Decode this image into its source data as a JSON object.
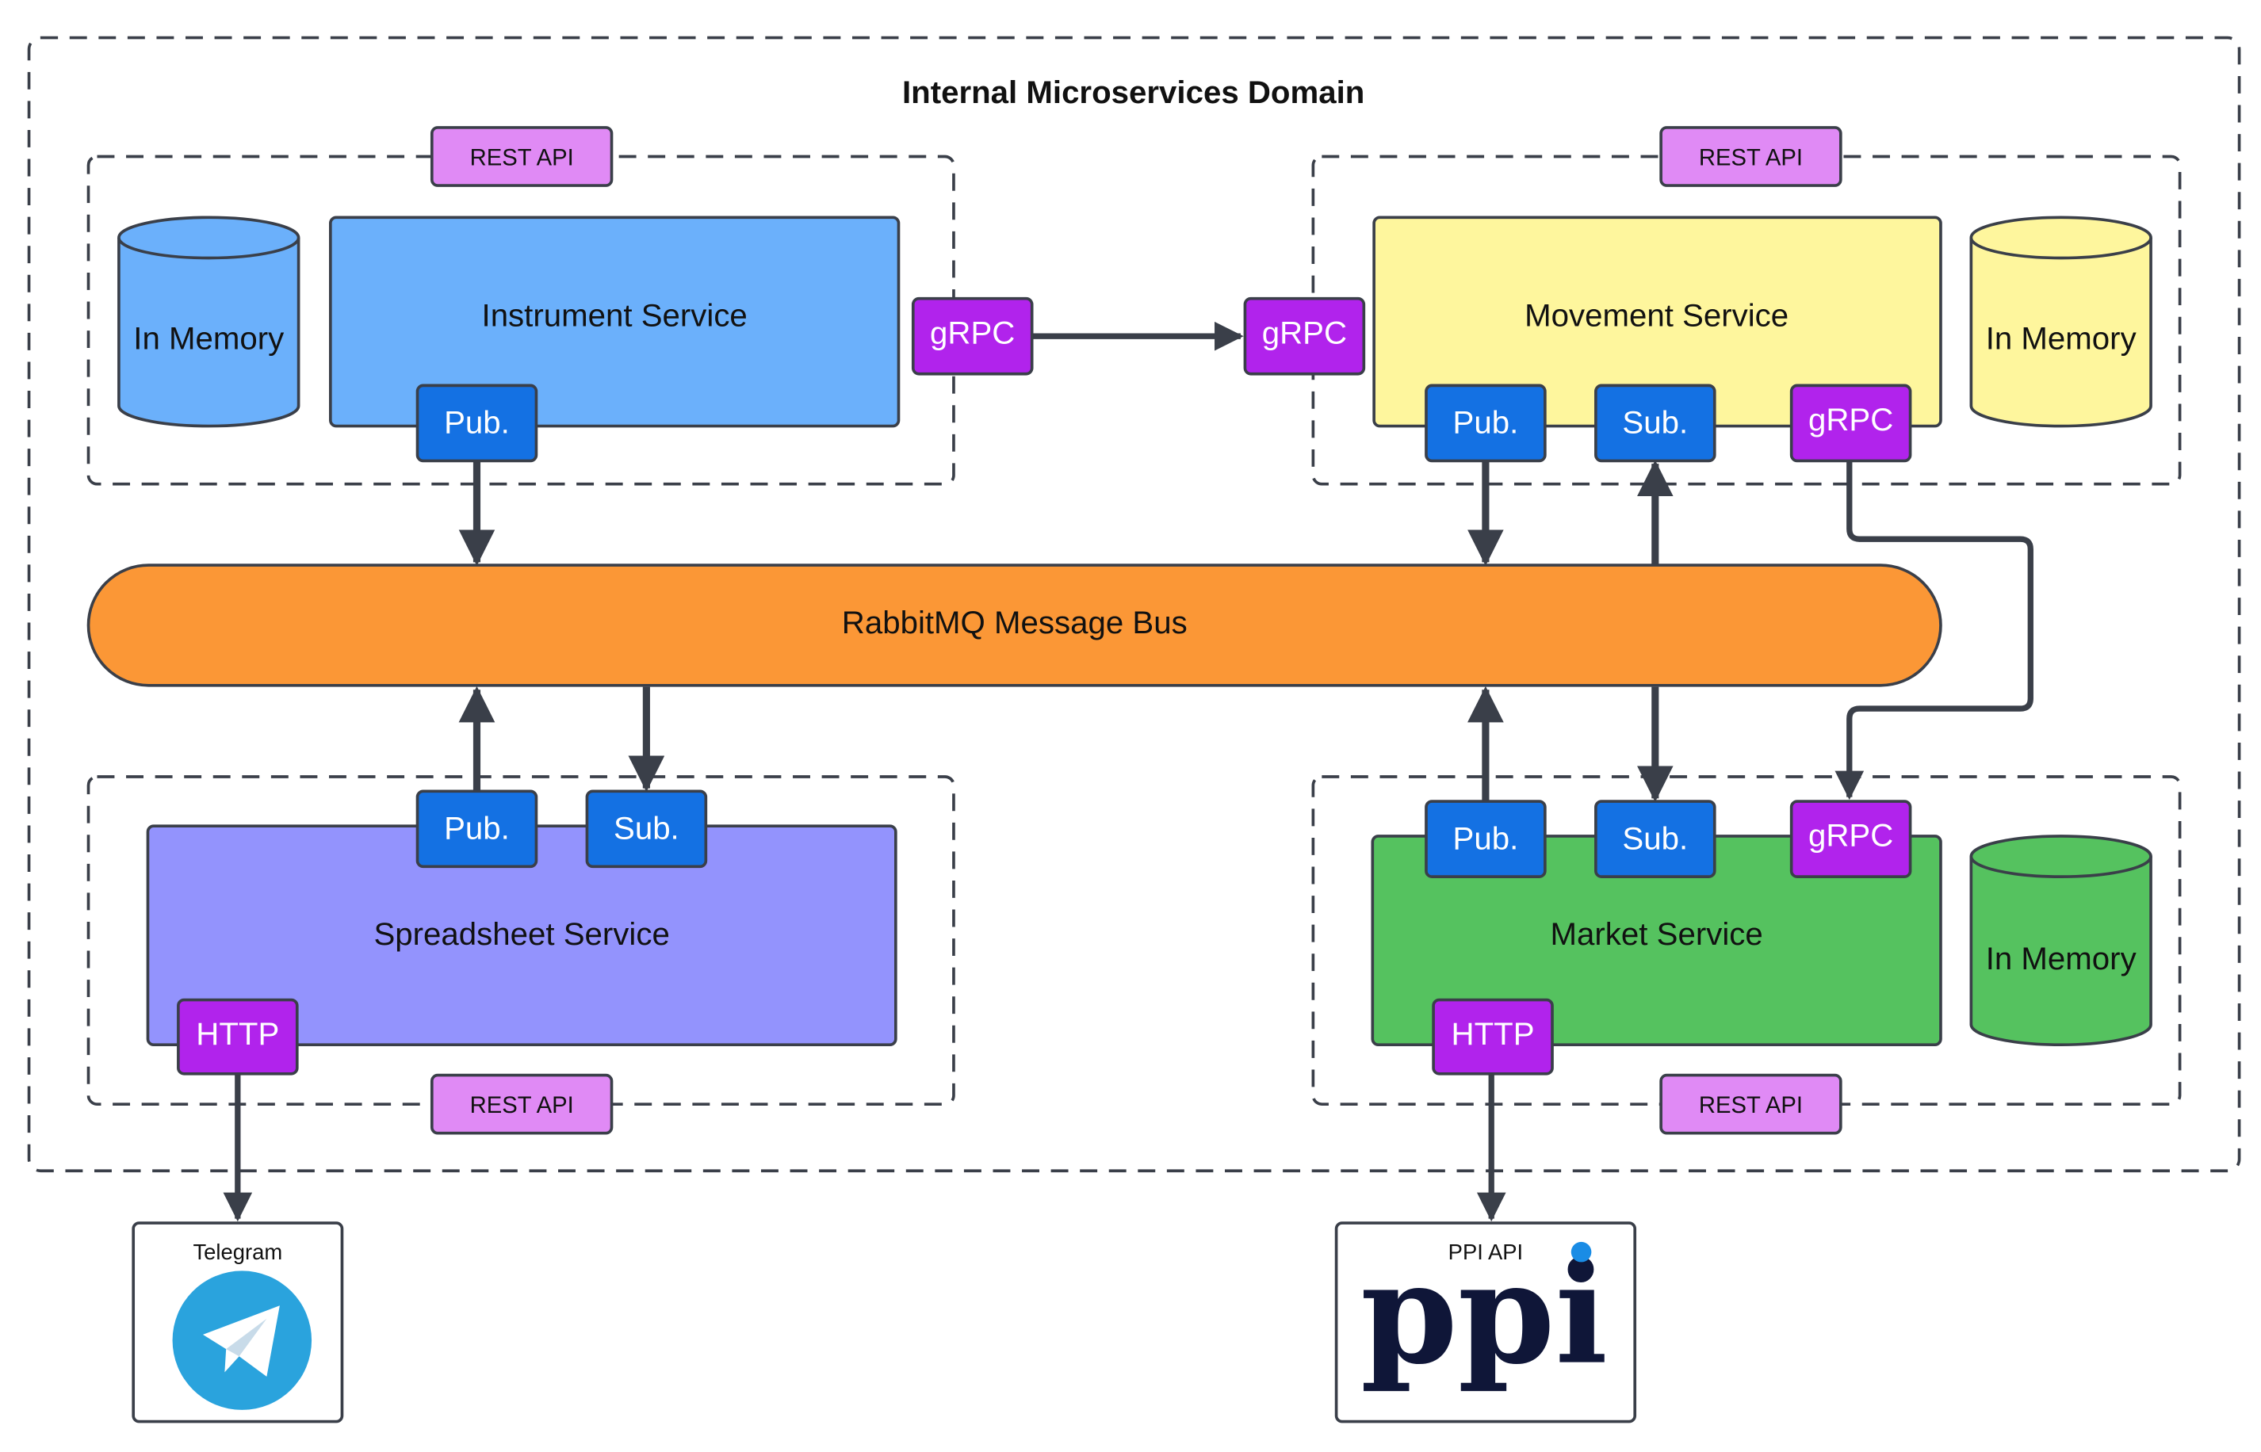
{
  "domain": {
    "title": "Internal Microservices Domain"
  },
  "colors": {
    "instrument": "#6bb0fb",
    "movement": "#fef69d",
    "spreadsheet": "#9393fd",
    "market": "#55c25f",
    "bus": "#fb9736",
    "port_blue": "#1471e3",
    "port_purple": "#b123ec",
    "rest_api": "#e08af5",
    "stroke": "#3a3f49",
    "telegram": "#2aa3dd",
    "ppi_text": "#0f1638",
    "ppi_dot": "#1a8ce5"
  },
  "bus": {
    "label": "RabbitMQ Message Bus"
  },
  "services": {
    "instrument": {
      "name": "Instrument Service",
      "store": "In Memory",
      "rest": "REST API",
      "pub": "Pub.",
      "grpc": "gRPC"
    },
    "movement": {
      "name": "Movement Service",
      "store": "In Memory",
      "rest": "REST API",
      "grpc_in": "gRPC",
      "pub": "Pub.",
      "sub": "Sub.",
      "grpc_out": "gRPC"
    },
    "spreadsheet": {
      "name": "Spreadsheet Service",
      "rest": "REST API",
      "pub": "Pub.",
      "sub": "Sub.",
      "http": "HTTP"
    },
    "market": {
      "name": "Market Service",
      "store": "In Memory",
      "rest": "REST API",
      "pub": "Pub.",
      "sub": "Sub.",
      "grpc": "gRPC",
      "http": "HTTP"
    }
  },
  "external": {
    "telegram": {
      "caption": "Telegram",
      "icon": "telegram-paper-plane-icon"
    },
    "ppi": {
      "caption": "PPI API",
      "logo": "ppi"
    }
  }
}
